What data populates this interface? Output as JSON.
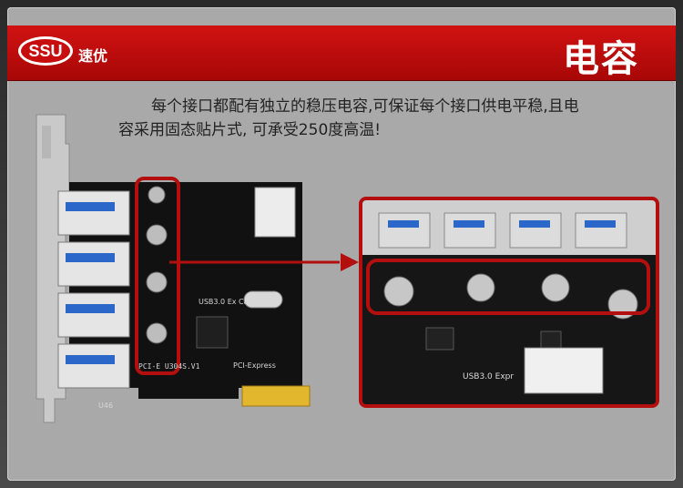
{
  "brand": {
    "logo_text": "SSU",
    "sub_text": "速优"
  },
  "header": {
    "title": "电容"
  },
  "description": {
    "line1": "每个接口都配有独立的稳压电容,可保证每个接口供电平稳,且电",
    "line2": "容采用固态贴片式, 可承受250度高温!"
  },
  "board_labels": {
    "usb_card": "USB3.0 Ex      Card",
    "model": "PCI-E  U304S.V1",
    "pci_express": "PCI-Express",
    "u46": "U46",
    "zoom_usb_text": "USB3.0 Expr"
  },
  "colors": {
    "accent": "#b30f0f",
    "header": "#c70d0d",
    "panel": "#a9a9a9",
    "pcb": "#111111"
  }
}
